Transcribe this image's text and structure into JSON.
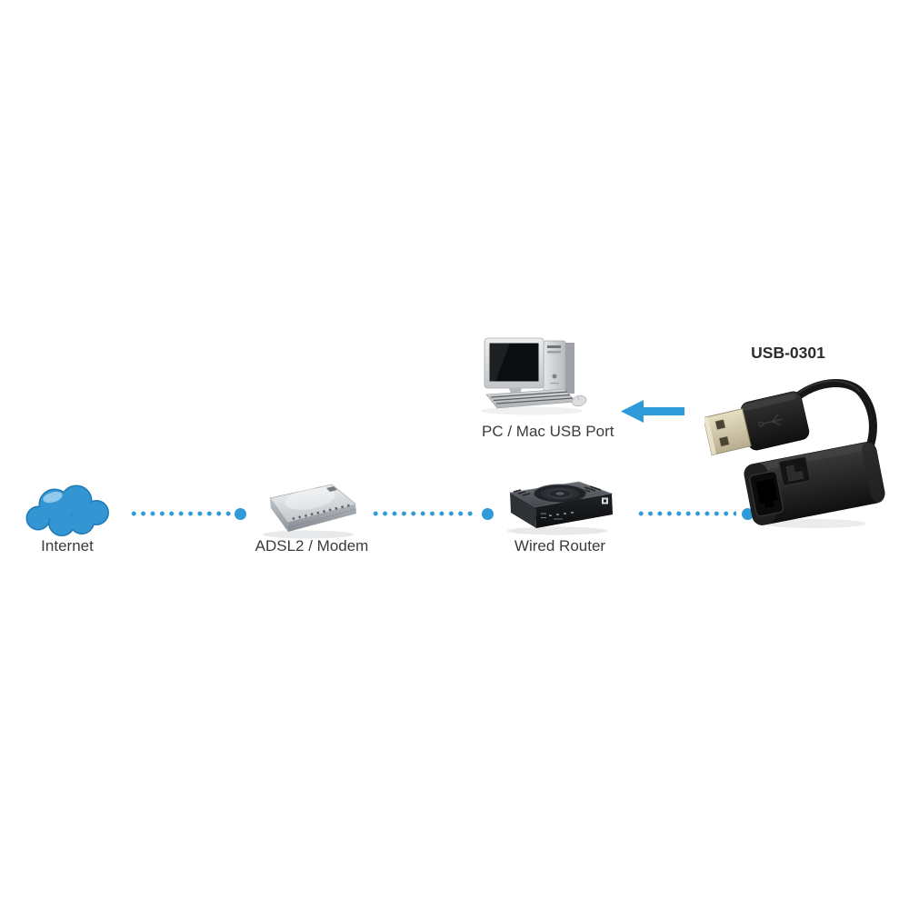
{
  "colors": {
    "background": "#ffffff",
    "accent_blue": "#2f9ad8",
    "label_text": "#3b3b3b",
    "model_text": "#2c2c2c",
    "cloud_fill": "#3495d3",
    "cloud_outline": "#1e7ab8"
  },
  "diagram": {
    "nodes": {
      "internet": {
        "label": "Internet",
        "icon": "cloud-icon"
      },
      "modem": {
        "label": "ADSL2 / Modem",
        "icon": "modem-icon"
      },
      "router": {
        "label": "Wired Router",
        "icon": "router-icon"
      },
      "adapter": {
        "label": "USB-0301",
        "icon": "usb-ethernet-adapter-icon"
      },
      "pc": {
        "label": "PC / Mac USB Port",
        "icon": "desktop-computer-icon"
      }
    },
    "connections": [
      {
        "from": "internet",
        "to": "modem",
        "style": "dotted"
      },
      {
        "from": "modem",
        "to": "router",
        "style": "dotted"
      },
      {
        "from": "router",
        "to": "adapter",
        "style": "dotted"
      },
      {
        "from": "adapter",
        "to": "pc",
        "style": "solid-arrow-left"
      }
    ]
  }
}
